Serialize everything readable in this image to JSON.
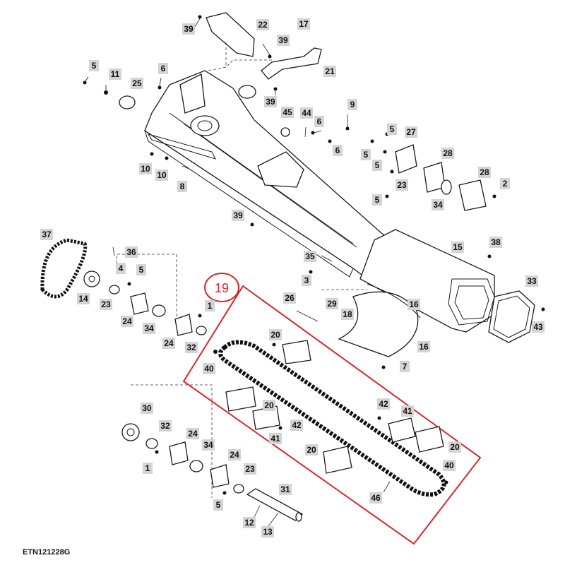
{
  "figure_code": "ETN121228G",
  "highlight": {
    "label": "19",
    "color": "#d9262c"
  },
  "callouts": [
    {
      "label": "39"
    },
    {
      "label": "22"
    },
    {
      "label": "17"
    },
    {
      "label": "39"
    },
    {
      "label": "21"
    },
    {
      "label": "5"
    },
    {
      "label": "11"
    },
    {
      "label": "25"
    },
    {
      "label": "6"
    },
    {
      "label": "39"
    },
    {
      "label": "9"
    },
    {
      "label": "45"
    },
    {
      "label": "44"
    },
    {
      "label": "6"
    },
    {
      "label": "5"
    },
    {
      "label": "27"
    },
    {
      "label": "6"
    },
    {
      "label": "5"
    },
    {
      "label": "28"
    },
    {
      "label": "5"
    },
    {
      "label": "28"
    },
    {
      "label": "10"
    },
    {
      "label": "10"
    },
    {
      "label": "8"
    },
    {
      "label": "23"
    },
    {
      "label": "2"
    },
    {
      "label": "5"
    },
    {
      "label": "34"
    },
    {
      "label": "39"
    },
    {
      "label": "37"
    },
    {
      "label": "36"
    },
    {
      "label": "15"
    },
    {
      "label": "38"
    },
    {
      "label": "4"
    },
    {
      "label": "5"
    },
    {
      "label": "35"
    },
    {
      "label": "3"
    },
    {
      "label": "14"
    },
    {
      "label": "23"
    },
    {
      "label": "29"
    },
    {
      "label": "33"
    },
    {
      "label": "26"
    },
    {
      "label": "16"
    },
    {
      "label": "24"
    },
    {
      "label": "34"
    },
    {
      "label": "1"
    },
    {
      "label": "18"
    },
    {
      "label": "43"
    },
    {
      "label": "24"
    },
    {
      "label": "32"
    },
    {
      "label": "16"
    },
    {
      "label": "20"
    },
    {
      "label": "40"
    },
    {
      "label": "7"
    },
    {
      "label": "20"
    },
    {
      "label": "42"
    },
    {
      "label": "41"
    },
    {
      "label": "30"
    },
    {
      "label": "32"
    },
    {
      "label": "42"
    },
    {
      "label": "41"
    },
    {
      "label": "20"
    },
    {
      "label": "24"
    },
    {
      "label": "34"
    },
    {
      "label": "20"
    },
    {
      "label": "24"
    },
    {
      "label": "40"
    },
    {
      "label": "1"
    },
    {
      "label": "23"
    },
    {
      "label": "5"
    },
    {
      "label": "31"
    },
    {
      "label": "46"
    },
    {
      "label": "12"
    },
    {
      "label": "13"
    }
  ]
}
